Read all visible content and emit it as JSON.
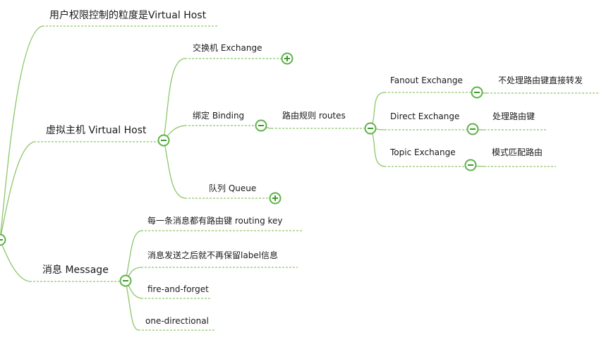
{
  "root": {
    "label": "",
    "state": "collapse"
  },
  "branches": [
    {
      "label": "用户权限控制的粒度是Virtual Host"
    },
    {
      "label": "虚拟主机  Virtual Host",
      "state": "collapse",
      "children": [
        {
          "label": "交换机    Exchange",
          "state": "expand"
        },
        {
          "label": "绑定  Binding",
          "state": "collapse",
          "children": [
            {
              "label": "路由规则  routes",
              "state": "collapse",
              "children": [
                {
                  "label": "Fanout Exchange",
                  "state": "collapse",
                  "children": [
                    {
                      "label": "不处理路由键直接转发"
                    }
                  ]
                },
                {
                  "label": "Direct Exchange",
                  "state": "collapse",
                  "children": [
                    {
                      "label": "处理路由键"
                    }
                  ]
                },
                {
                  "label": "Topic Exchange",
                  "state": "collapse",
                  "children": [
                    {
                      "label": "模式匹配路由"
                    }
                  ]
                }
              ]
            }
          ]
        },
        {
          "label": "队列  Queue",
          "state": "expand"
        }
      ]
    },
    {
      "label": "消息  Message",
      "state": "collapse",
      "children": [
        {
          "label": "每一条消息都有路由键  routing key"
        },
        {
          "label": "消息发送之后就不再保留label信息"
        },
        {
          "label": "fire-and-forget"
        },
        {
          "label": "one-directional"
        }
      ]
    }
  ],
  "colors": {
    "link": "#8cc66a",
    "toggle_ring": "#5fb24a",
    "toggle_mark": "#3c9a2c"
  },
  "icons": {
    "collapse": "minus-circle-icon",
    "expand": "plus-circle-icon"
  }
}
